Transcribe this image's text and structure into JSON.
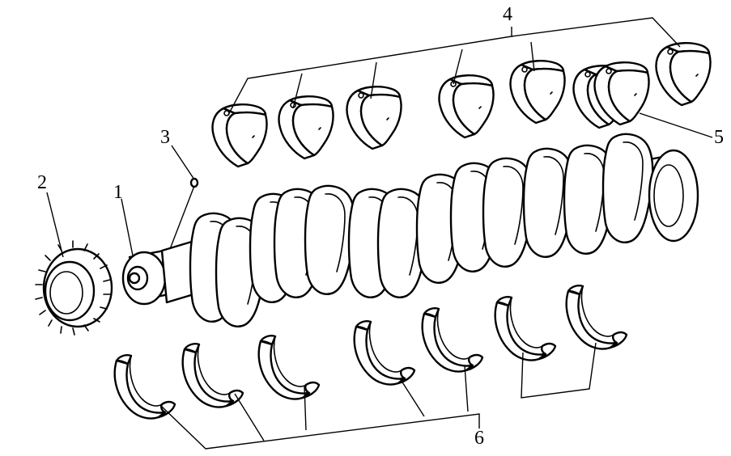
{
  "callouts": {
    "crankshaft": "1",
    "timing_gear": "2",
    "pin": "3",
    "upper_main_bearing_shells": "4",
    "thrust_bearing_shell": "5",
    "lower_main_bearing_shells": "6"
  }
}
